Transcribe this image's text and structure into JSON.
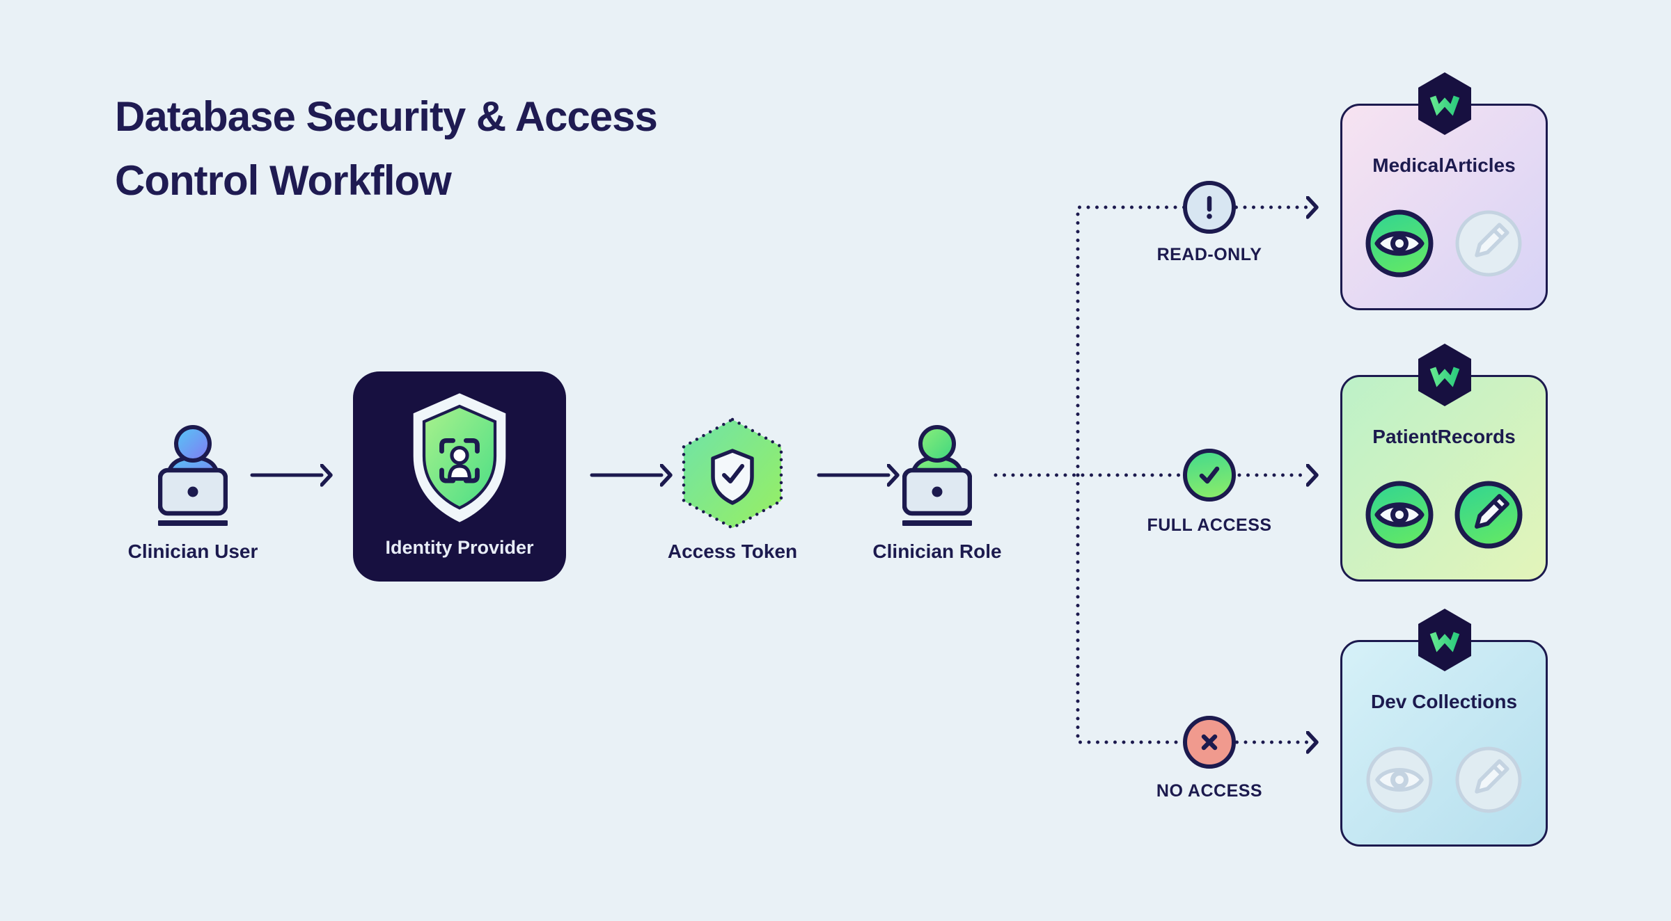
{
  "title": {
    "line1": "Database Security & Access",
    "line2": "Control Workflow"
  },
  "flow": {
    "user_label": "Clinician User",
    "idp_label": "Identity Provider",
    "token_label": "Access Token",
    "role_label": "Clinician Role"
  },
  "branches": [
    {
      "label": "READ-ONLY",
      "status": "warn"
    },
    {
      "label": "FULL ACCESS",
      "status": "ok"
    },
    {
      "label": "NO ACCESS",
      "status": "deny"
    }
  ],
  "cards": [
    {
      "title": "MedicalArticles",
      "theme": "purple",
      "read": "active",
      "write": "disabled"
    },
    {
      "title": "PatientRecords",
      "theme": "green",
      "read": "active",
      "write": "active"
    },
    {
      "title": "Dev Collections",
      "theme": "blue",
      "read": "disabled",
      "write": "disabled"
    }
  ],
  "colors": {
    "background": "#e9f1f6",
    "navy_ink": "#1c1a4e",
    "idp_box": "#171040",
    "green_accent": "#4ade80",
    "status_warn_fill": "#d8e6f2",
    "status_ok_fill": "#66e37a",
    "status_deny_fill": "#f09a8e",
    "card_purple": "#e7d8f4",
    "card_green": "#cff3c1",
    "card_blue": "#c6e8f3",
    "logo_green": "#48dd86"
  }
}
